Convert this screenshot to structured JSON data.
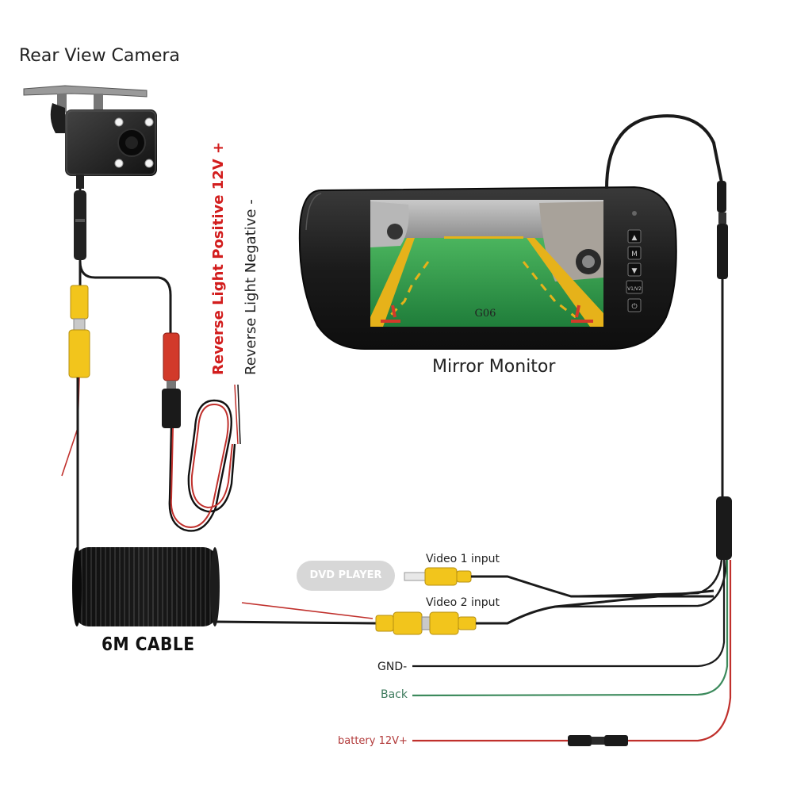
{
  "labels": {
    "camera_title": "Rear View Camera",
    "monitor_title": "Mirror Monitor",
    "reverse_positive": "Reverse Light Positive 12V +",
    "reverse_negative": "Reverse Light Negative -",
    "cable_length": "6M CABLE",
    "dvd_player": "DVD PLAYER",
    "video1": "Video 1 input",
    "video2": "Video 2 input",
    "gnd": "GND-",
    "back": "Back",
    "battery": "battery 12V+"
  },
  "screen": {
    "parking_label": "G06"
  },
  "monitor_buttons": [
    "▲",
    "M",
    "▼",
    "V1/V2",
    "⏻"
  ],
  "colors": {
    "wire_black": "#1a1a1a",
    "wire_red": "#c0302c",
    "wire_green": "#3c8a5c",
    "rca_yellow": "#f2c51c",
    "rca_red": "#d23a2a",
    "floor_green": "#2f9a4a",
    "floor_yellow": "#e6b21a"
  }
}
